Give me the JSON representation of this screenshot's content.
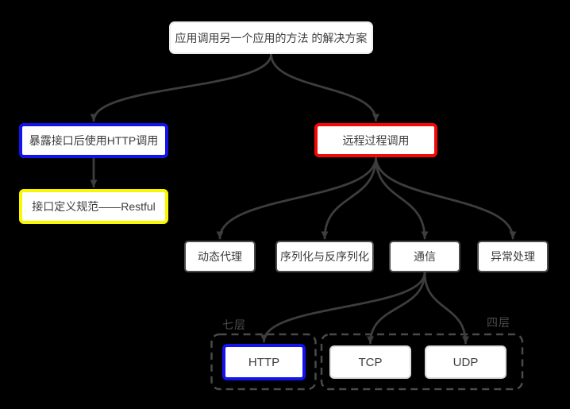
{
  "diagram": {
    "background_color": "#000000",
    "arrow_color": "#3d3d3d",
    "group_border_color": "#4a4a4a",
    "nodes": {
      "root": {
        "label": "应用调用另一个应用的方法 的解决方案",
        "border_color": "#ededed"
      },
      "expose_http": {
        "label": "暴露接口后使用HTTP调用",
        "border_color": "#1313f0"
      },
      "restful": {
        "label": "接口定义规范——Restful",
        "border_color": "#f8f800"
      },
      "rpc": {
        "label": "远程过程调用",
        "border_color": "#f50808"
      },
      "dynamic_proxy": {
        "label": "动态代理",
        "border_color": "#4a4a4a"
      },
      "serialization": {
        "label": "序列化与反序列化",
        "border_color": "#4a4a4a"
      },
      "communication": {
        "label": "通信",
        "border_color": "#4a4a4a"
      },
      "exception_handling": {
        "label": "异常处理",
        "border_color": "#4a4a4a"
      },
      "http": {
        "label": "HTTP",
        "border_color": "#1313f0"
      },
      "tcp": {
        "label": "TCP",
        "border_color": "#dcdcdc"
      },
      "udp": {
        "label": "UDP",
        "border_color": "#dcdcdc"
      }
    },
    "groups": {
      "seven_layer": {
        "label": "七层"
      },
      "four_layer": {
        "label": "四层"
      }
    },
    "edges": [
      {
        "from": "root",
        "to": "expose_http"
      },
      {
        "from": "root",
        "to": "rpc"
      },
      {
        "from": "expose_http",
        "to": "restful"
      },
      {
        "from": "rpc",
        "to": "dynamic_proxy"
      },
      {
        "from": "rpc",
        "to": "serialization"
      },
      {
        "from": "rpc",
        "to": "communication"
      },
      {
        "from": "rpc",
        "to": "exception_handling"
      },
      {
        "from": "communication",
        "to": "http"
      },
      {
        "from": "communication",
        "to": "tcp"
      },
      {
        "from": "communication",
        "to": "udp"
      }
    ]
  }
}
